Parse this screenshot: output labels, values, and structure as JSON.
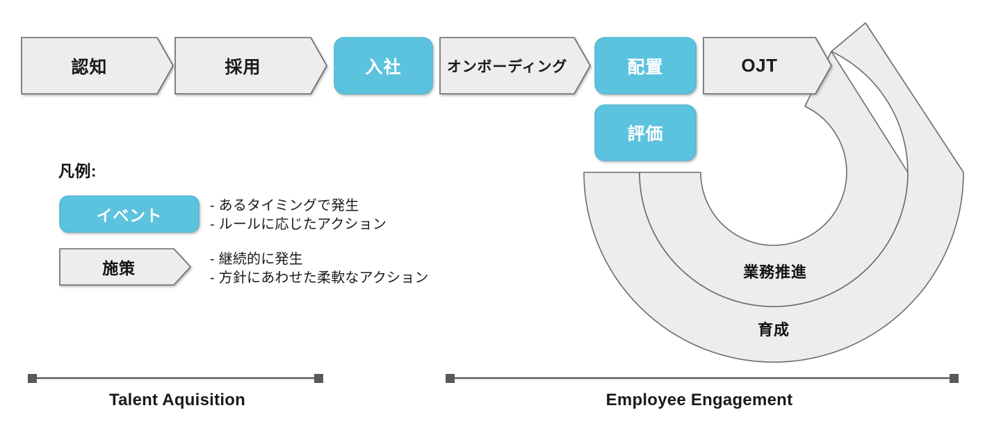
{
  "diagram": {
    "title_hidden": "",
    "colors": {
      "accent_blue": "#5cc3de",
      "accent_blue_border": "#57b7d1",
      "shape_gray_fill": "#ededed",
      "shape_gray_border": "#666666",
      "text_dark": "#1a1a1a",
      "text_light": "#ffffff",
      "bracket_gray": "#595959",
      "background": "#ffffff"
    },
    "process_row": [
      {
        "label": "認知",
        "type": "chevron",
        "style": "gray"
      },
      {
        "label": "採用",
        "type": "chevron",
        "style": "gray"
      },
      {
        "label": "入社",
        "type": "rounded-rect",
        "style": "blue"
      },
      {
        "label": "オンボーディング",
        "type": "chevron",
        "style": "gray"
      },
      {
        "label": "配置",
        "type": "rounded-rect",
        "style": "blue"
      },
      {
        "label": "OJT",
        "type": "chevron",
        "style": "gray"
      }
    ],
    "secondary_row": [
      {
        "label": "評価",
        "type": "rounded-rect",
        "style": "blue"
      }
    ],
    "arcs": [
      {
        "label": "業務推進",
        "band": "inner",
        "style": "gray"
      },
      {
        "label": "育成",
        "band": "outer",
        "style": "gray"
      }
    ],
    "legend": {
      "title": "凡例:",
      "items": [
        {
          "chip_label": "イベント",
          "chip_style": "blue-rounded-rect",
          "bullets": [
            "- あるタイミングで発生",
            "- ルールに応じたアクション"
          ]
        },
        {
          "chip_label": "施策",
          "chip_style": "gray-chevron",
          "bullets": [
            "- 継続的に発生",
            "- 方針にあわせた柔軟なアクション"
          ]
        }
      ]
    },
    "brackets": [
      {
        "caption": "Talent Aquisition",
        "side": "left"
      },
      {
        "caption": "Employee Engagement",
        "side": "right"
      }
    ]
  }
}
